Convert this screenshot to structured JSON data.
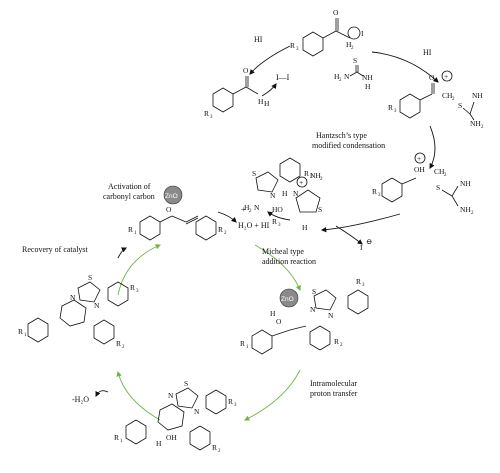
{
  "labels": {
    "hantzsch": [
      "Hantzsch’s type",
      "modified condensation"
    ],
    "activation": [
      "Activation of",
      "carbonyl carbon"
    ],
    "recovery": "Recovery of catalyst",
    "micheal": [
      "Micheal type",
      "addition reaction"
    ],
    "proton": [
      "Intramolecular",
      "proton transfer"
    ],
    "h2o_hi": "H₂O + HI",
    "minus_h2o": "-H₂O",
    "hi_left": "HI",
    "hi_right": "HI",
    "i2": "I—I",
    "plus": "+",
    "iodide": "I"
  },
  "atoms": {
    "R1": "R",
    "R2": "R",
    "R3": "R",
    "sub1": "1",
    "sub2": "2",
    "sub3": "3",
    "O": "O",
    "S": "S",
    "N": "N",
    "H": "H",
    "I": "I",
    "NH2": "NH",
    "H2N": "H",
    "NH": "NH",
    "OH": "OH",
    "HO": "HO",
    "CH2": "CH",
    "ZnO": "ZnO",
    "H2": "H"
  },
  "colors": {
    "cycle": "#6fb545",
    "catalyst": "#8a8a8a"
  }
}
